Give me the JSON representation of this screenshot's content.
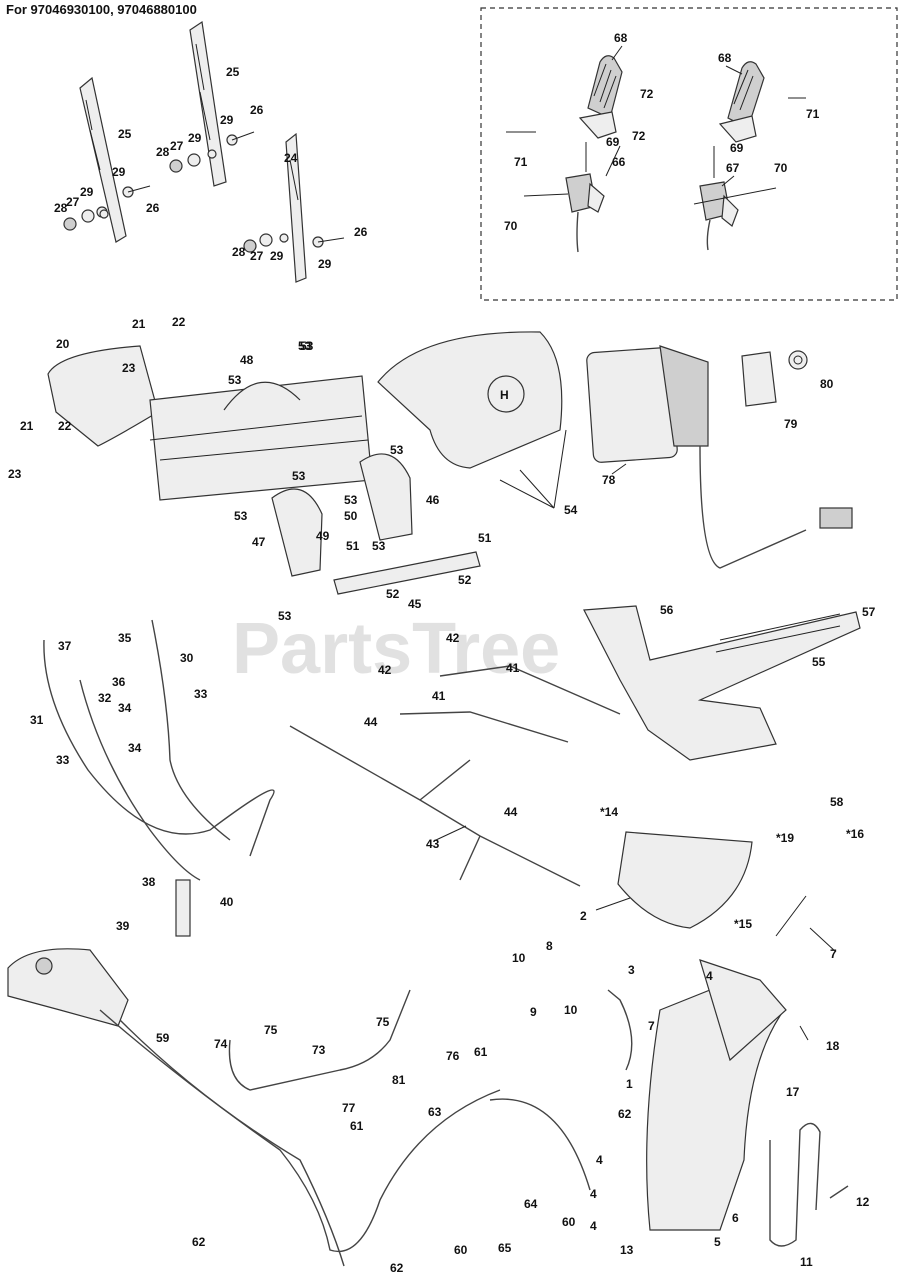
{
  "header": {
    "text": "For 97046930100, 97046880100"
  },
  "watermark": "PartsTree",
  "brand_mark": "H",
  "labels": [
    {
      "id": "l1",
      "text": "68"
    },
    {
      "id": "l2",
      "text": "68"
    },
    {
      "id": "l3",
      "text": "72"
    },
    {
      "id": "l4",
      "text": "71"
    },
    {
      "id": "l5",
      "text": "72"
    },
    {
      "id": "l6",
      "text": "71"
    },
    {
      "id": "l7",
      "text": "69"
    },
    {
      "id": "l8",
      "text": "69"
    },
    {
      "id": "l9",
      "text": "66"
    },
    {
      "id": "l10",
      "text": "67"
    },
    {
      "id": "l11",
      "text": "70"
    },
    {
      "id": "l12",
      "text": "70"
    },
    {
      "id": "l13",
      "text": "25"
    },
    {
      "id": "l14",
      "text": "25"
    },
    {
      "id": "l15",
      "text": "29"
    },
    {
      "id": "l16",
      "text": "26"
    },
    {
      "id": "l17",
      "text": "28"
    },
    {
      "id": "l18",
      "text": "27"
    },
    {
      "id": "l19",
      "text": "29"
    },
    {
      "id": "l20",
      "text": "24"
    },
    {
      "id": "l21",
      "text": "29"
    },
    {
      "id": "l22",
      "text": "28"
    },
    {
      "id": "l23",
      "text": "27"
    },
    {
      "id": "l24",
      "text": "29"
    },
    {
      "id": "l25",
      "text": "26"
    },
    {
      "id": "l26",
      "text": "26"
    },
    {
      "id": "l27",
      "text": "28"
    },
    {
      "id": "l28",
      "text": "27"
    },
    {
      "id": "l29",
      "text": "29"
    },
    {
      "id": "l30",
      "text": "29"
    },
    {
      "id": "l31",
      "text": "21"
    },
    {
      "id": "l32",
      "text": "22"
    },
    {
      "id": "l33",
      "text": "20"
    },
    {
      "id": "l34",
      "text": "23"
    },
    {
      "id": "l35",
      "text": "48"
    },
    {
      "id": "l36",
      "text": "53"
    },
    {
      "id": "l37",
      "text": "53"
    },
    {
      "id": "l38",
      "text": "21"
    },
    {
      "id": "l39",
      "text": "22"
    },
    {
      "id": "l40",
      "text": "23"
    },
    {
      "id": "l41",
      "text": "53"
    },
    {
      "id": "l42",
      "text": "53"
    },
    {
      "id": "l43",
      "text": "53"
    },
    {
      "id": "l44",
      "text": "50"
    },
    {
      "id": "l45",
      "text": "53"
    },
    {
      "id": "l46",
      "text": "46"
    },
    {
      "id": "l47",
      "text": "47"
    },
    {
      "id": "l48",
      "text": "49"
    },
    {
      "id": "l49",
      "text": "51"
    },
    {
      "id": "l50",
      "text": "53"
    },
    {
      "id": "l51",
      "text": "51"
    },
    {
      "id": "l52",
      "text": "54"
    },
    {
      "id": "l53",
      "text": "52"
    },
    {
      "id": "l54",
      "text": "52"
    },
    {
      "id": "l55",
      "text": "45"
    },
    {
      "id": "l56",
      "text": "53"
    },
    {
      "id": "l57",
      "text": "78"
    },
    {
      "id": "l58",
      "text": "79"
    },
    {
      "id": "l59",
      "text": "80"
    },
    {
      "id": "l60",
      "text": "53"
    },
    {
      "id": "l61",
      "text": "35"
    },
    {
      "id": "l62",
      "text": "37"
    },
    {
      "id": "l63",
      "text": "30"
    },
    {
      "id": "l64",
      "text": "36"
    },
    {
      "id": "l65",
      "text": "32"
    },
    {
      "id": "l66",
      "text": "33"
    },
    {
      "id": "l67",
      "text": "31"
    },
    {
      "id": "l68",
      "text": "34"
    },
    {
      "id": "l69",
      "text": "34"
    },
    {
      "id": "l70",
      "text": "33"
    },
    {
      "id": "l71",
      "text": "38"
    },
    {
      "id": "l72",
      "text": "40"
    },
    {
      "id": "l73",
      "text": "39"
    },
    {
      "id": "l74",
      "text": "42"
    },
    {
      "id": "l75",
      "text": "42"
    },
    {
      "id": "l76",
      "text": "41"
    },
    {
      "id": "l77",
      "text": "41"
    },
    {
      "id": "l78",
      "text": "44"
    },
    {
      "id": "l79",
      "text": "44"
    },
    {
      "id": "l80",
      "text": "43"
    },
    {
      "id": "l81",
      "text": "56"
    },
    {
      "id": "l82",
      "text": "57"
    },
    {
      "id": "l83",
      "text": "55"
    },
    {
      "id": "l84",
      "text": "58"
    },
    {
      "id": "l85",
      "text": "*16"
    },
    {
      "id": "l86",
      "text": "*14"
    },
    {
      "id": "l87",
      "text": "*19"
    },
    {
      "id": "l88",
      "text": "2"
    },
    {
      "id": "l89",
      "text": "*15"
    },
    {
      "id": "l90",
      "text": "7"
    },
    {
      "id": "l91",
      "text": "59"
    },
    {
      "id": "l92",
      "text": "74"
    },
    {
      "id": "l93",
      "text": "75"
    },
    {
      "id": "l94",
      "text": "75"
    },
    {
      "id": "l95",
      "text": "73"
    },
    {
      "id": "l96",
      "text": "76"
    },
    {
      "id": "l97",
      "text": "77"
    },
    {
      "id": "l98",
      "text": "81"
    },
    {
      "id": "l99",
      "text": "61"
    },
    {
      "id": "l100",
      "text": "61"
    },
    {
      "id": "l101",
      "text": "63"
    },
    {
      "id": "l102",
      "text": "62"
    },
    {
      "id": "l103",
      "text": "62"
    },
    {
      "id": "l104",
      "text": "62"
    },
    {
      "id": "l105",
      "text": "64"
    },
    {
      "id": "l106",
      "text": "65"
    },
    {
      "id": "l107",
      "text": "60"
    },
    {
      "id": "l108",
      "text": "60"
    },
    {
      "id": "l109",
      "text": "10"
    },
    {
      "id": "l110",
      "text": "8"
    },
    {
      "id": "l111",
      "text": "9"
    },
    {
      "id": "l112",
      "text": "10"
    },
    {
      "id": "l113",
      "text": "3"
    },
    {
      "id": "l114",
      "text": "4"
    },
    {
      "id": "l115",
      "text": "7"
    },
    {
      "id": "l116",
      "text": "18"
    },
    {
      "id": "l117",
      "text": "1"
    },
    {
      "id": "l118",
      "text": "17"
    },
    {
      "id": "l119",
      "text": "4"
    },
    {
      "id": "l120",
      "text": "4"
    },
    {
      "id": "l121",
      "text": "4"
    },
    {
      "id": "l122",
      "text": "13"
    },
    {
      "id": "l123",
      "text": "5"
    },
    {
      "id": "l124",
      "text": "6"
    },
    {
      "id": "l125",
      "text": "12"
    },
    {
      "id": "l126",
      "text": "11"
    }
  ]
}
